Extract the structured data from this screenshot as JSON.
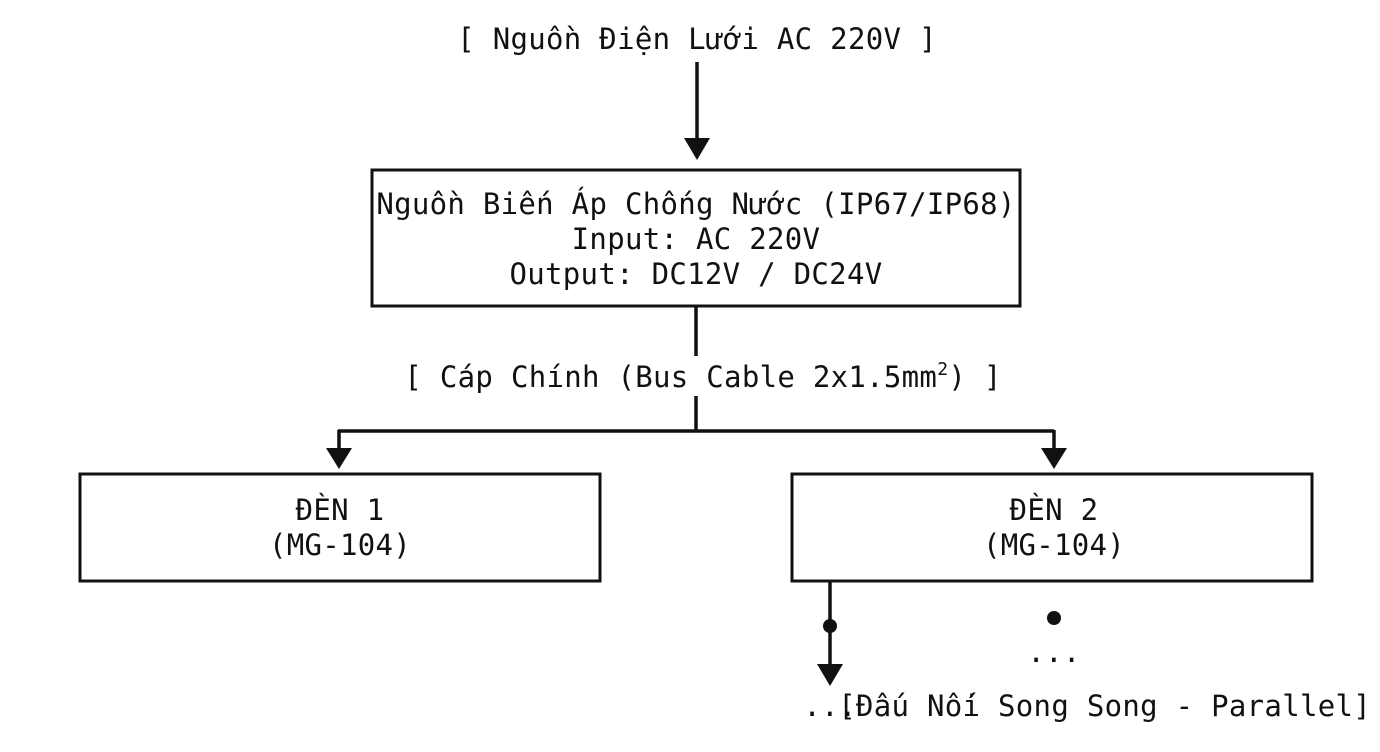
{
  "source": {
    "label": "[ Nguồn Điện Lưới AC 220V ]"
  },
  "transformer": {
    "title": "Nguồn Biến Áp Chống Nước (IP67/IP68)",
    "input": "Input: AC 220V",
    "output": "Output: DC12V / DC24V"
  },
  "bus": {
    "label_prefix": "[ Cáp Chính (Bus Cable 2x1.5mm",
    "label_superscript": "2",
    "label_suffix": ") ]"
  },
  "lamps": [
    {
      "name": "ĐÈN 1",
      "model": "(MG-104)"
    },
    {
      "name": "ĐÈN 2",
      "model": "(MG-104)"
    }
  ],
  "continuation": {
    "ellipsis": "...",
    "ellipsis_left": "...",
    "parallel_label": "[Đấu Nối Song Song - Parallel]"
  }
}
